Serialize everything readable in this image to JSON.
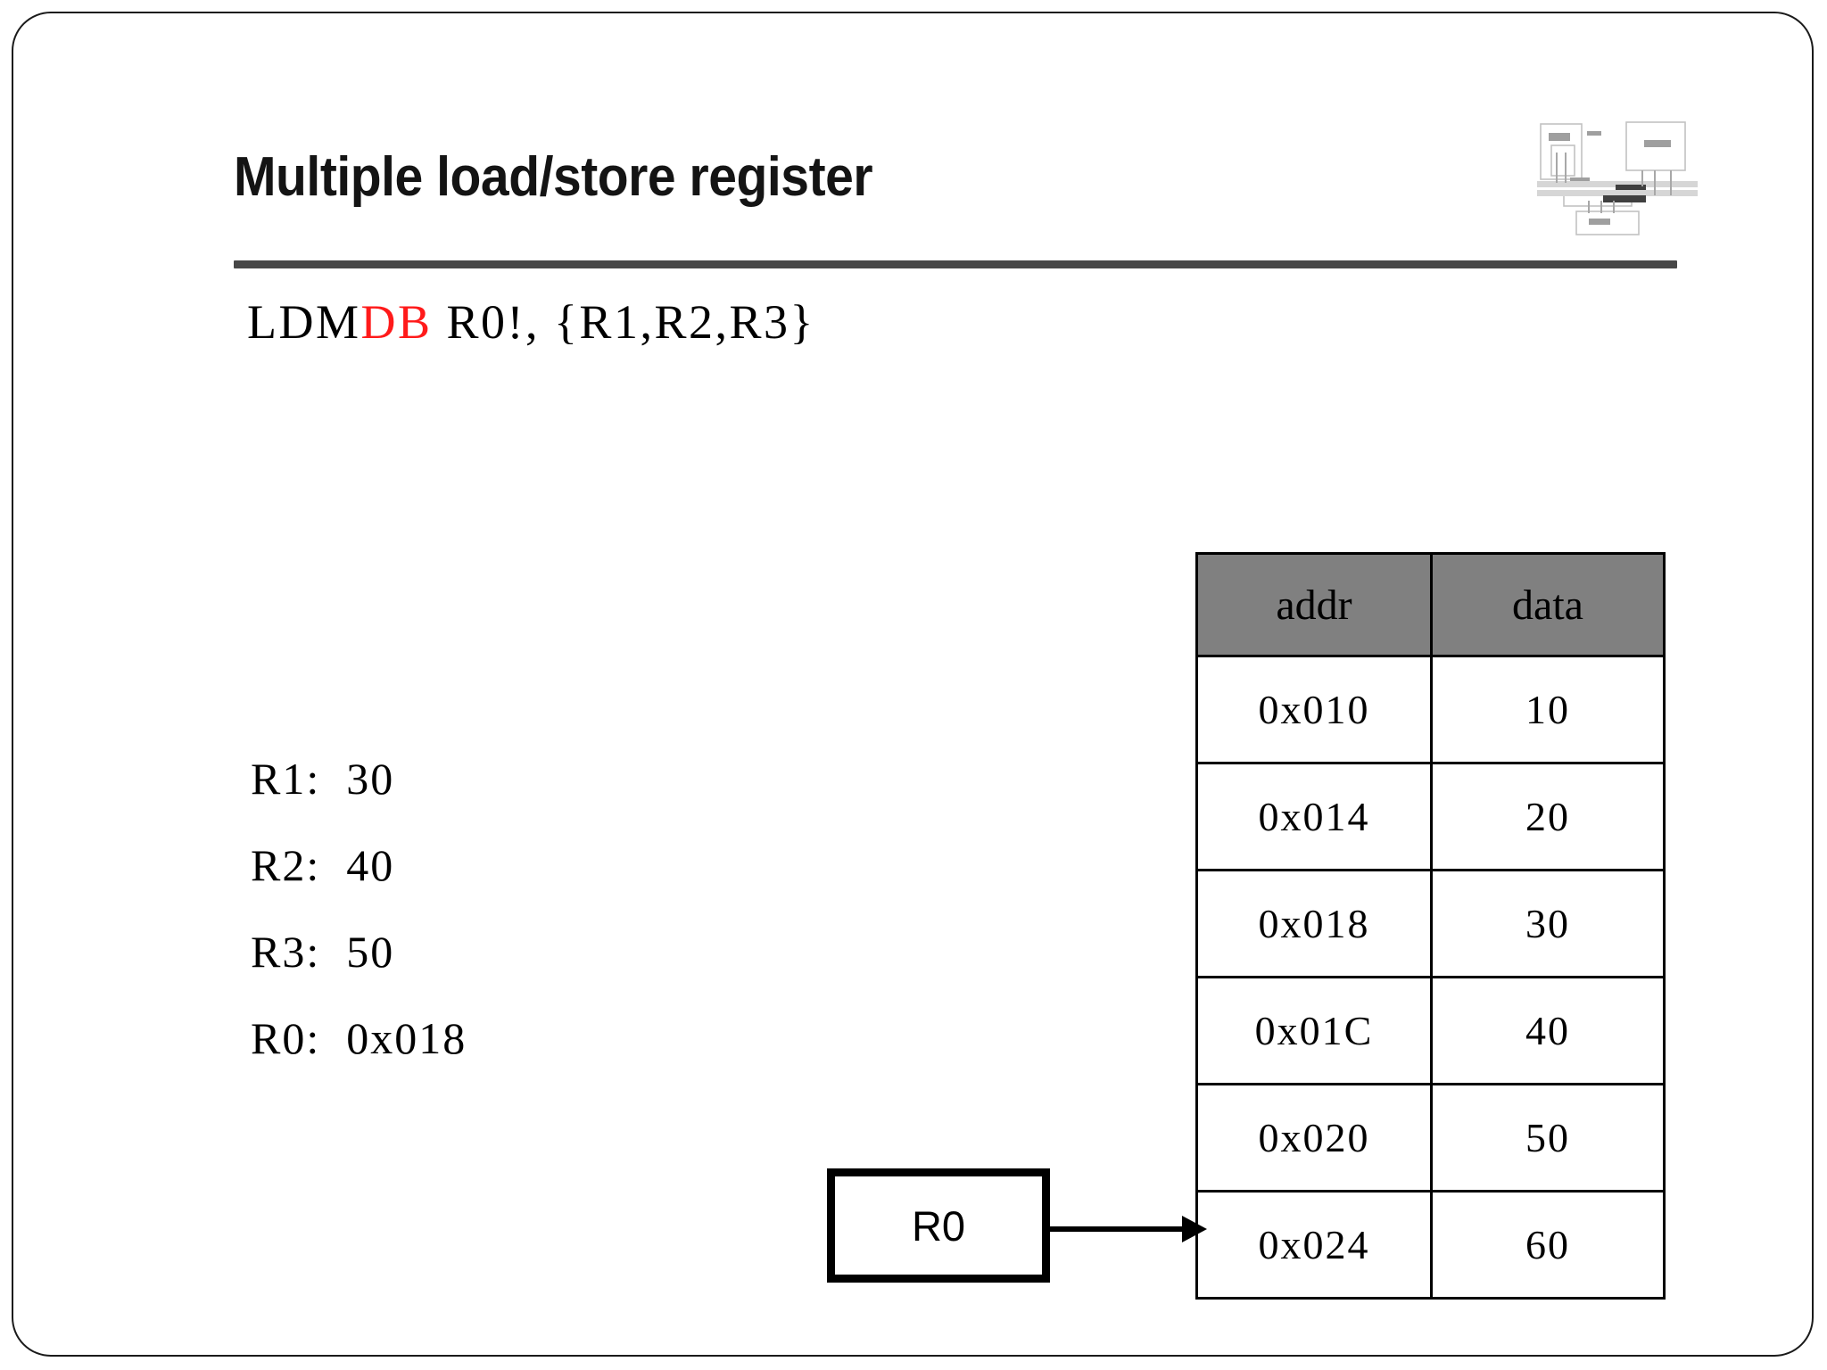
{
  "slide": {
    "title": "Multiple load/store register",
    "logo_icon": "block-diagram-logo"
  },
  "code": {
    "prefix": "LDM",
    "highlight": "DB",
    "suffix": " R0!, {R1,R2,R3}",
    "highlight_color": "#ff1a1a",
    "full_text": "LDMDB R0!, {R1,R2,R3}"
  },
  "registers": [
    {
      "name": "R1:",
      "value": "30"
    },
    {
      "name": "R2:",
      "value": "40"
    },
    {
      "name": "R3:",
      "value": "50"
    },
    {
      "name": "R0:",
      "value": "0x018"
    }
  ],
  "memory": {
    "headers": [
      "addr",
      "data"
    ],
    "header_bg": "#808080",
    "rows": [
      {
        "addr": "0x010",
        "data": "10"
      },
      {
        "addr": "0x014",
        "data": "20"
      },
      {
        "addr": "0x018",
        "data": "30"
      },
      {
        "addr": "0x01C",
        "data": "40"
      },
      {
        "addr": "0x020",
        "data": "50"
      },
      {
        "addr": "0x024",
        "data": "60"
      }
    ]
  },
  "pointer": {
    "label": "R0",
    "arrow_icon": "right-arrow-icon",
    "points_to_row": "0x024"
  }
}
